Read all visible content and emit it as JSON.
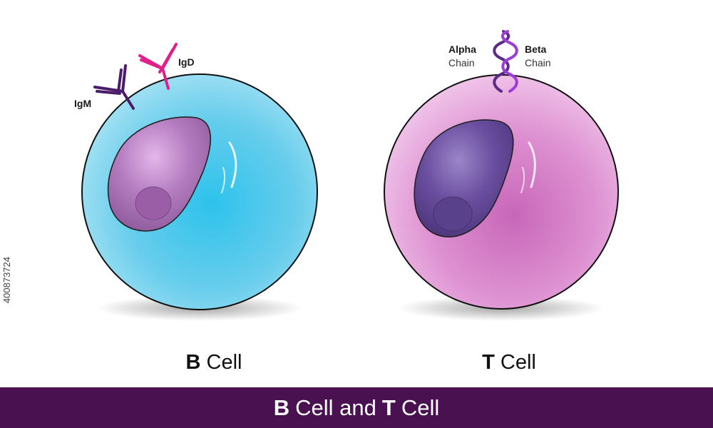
{
  "b_cell": {
    "caption_bold": "B",
    "caption_rest": "Cell",
    "receptor_labels": {
      "igm": "IgM",
      "igd": "IgD"
    }
  },
  "t_cell": {
    "caption_bold": "T",
    "caption_rest": "Cell",
    "receptor_labels": {
      "alpha": "Alpha",
      "alpha_sub": "Chain",
      "beta": "Beta",
      "beta_sub": "Chain"
    }
  },
  "footer": {
    "part1_bold": "B",
    "part2": "Cell and",
    "part3_bold": "T",
    "part4": "Cell"
  },
  "side_id": "400873724",
  "colors": {
    "b_cell_body": "#67cdec",
    "t_cell_body": "#de92d2",
    "b_nucleus": "#b47cbf",
    "t_nucleus": "#6b4ea0",
    "igm": "#4a1d6b",
    "igd": "#e0208a",
    "alpha_chain": "#5b2a86",
    "beta_chain": "#9b3dd6",
    "footer_bar": "#4a1150"
  }
}
